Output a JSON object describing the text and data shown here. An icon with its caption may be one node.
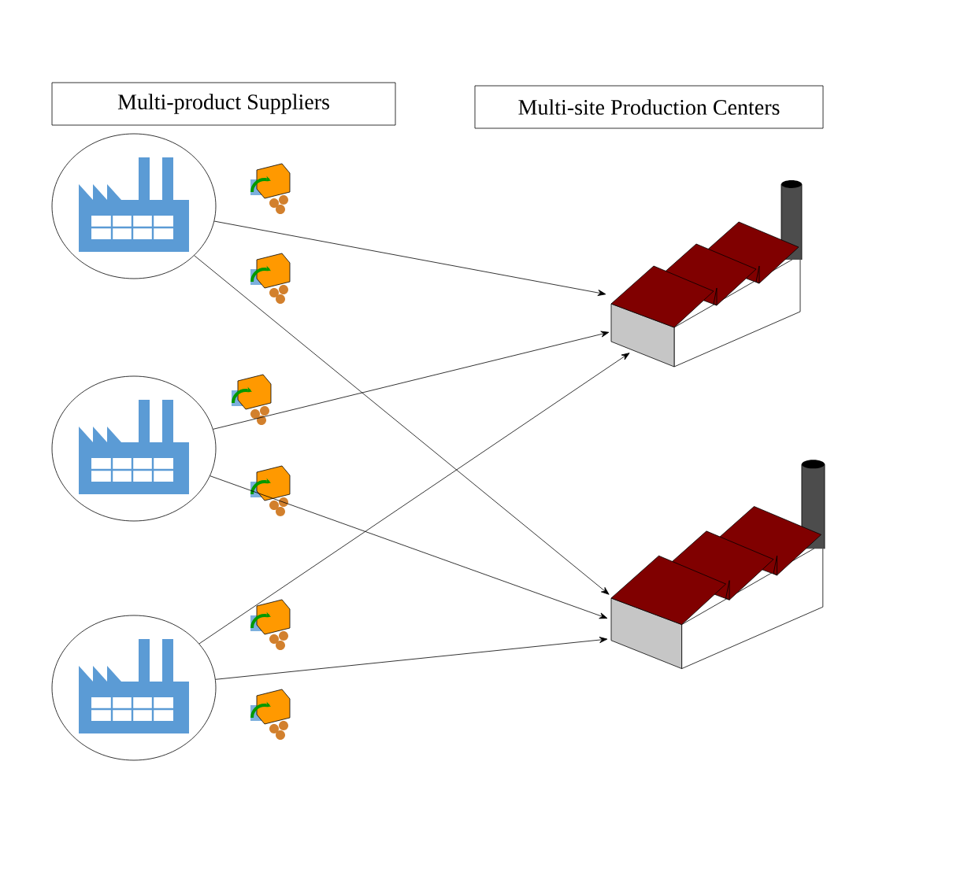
{
  "diagram": {
    "nodes": [
      {
        "text": [
          "Multi-product Suppliers"
        ]
      },
      {
        "text": [
          "Multi-site Production Centers"
        ]
      },
      {
        "text": [],
        "shape": "circle"
      },
      {
        "text": [],
        "shape": "circle"
      },
      {
        "text": [],
        "shape": "circle"
      },
      {
        "text": [],
        "shape": "picture"
      },
      {
        "text": [],
        "shape": "picture"
      }
    ],
    "edges": [
      {
        "from": 2,
        "to": 5,
        "arrow": "to"
      },
      {
        "from": 2,
        "to": 6,
        "arrow": "to"
      },
      {
        "from": 3,
        "to": 5,
        "arrow": "to"
      },
      {
        "from": 3,
        "to": 6,
        "arrow": "to"
      },
      {
        "from": 4,
        "to": 5,
        "arrow": "to"
      },
      {
        "from": 4,
        "to": 6,
        "arrow": "to"
      }
    ]
  }
}
